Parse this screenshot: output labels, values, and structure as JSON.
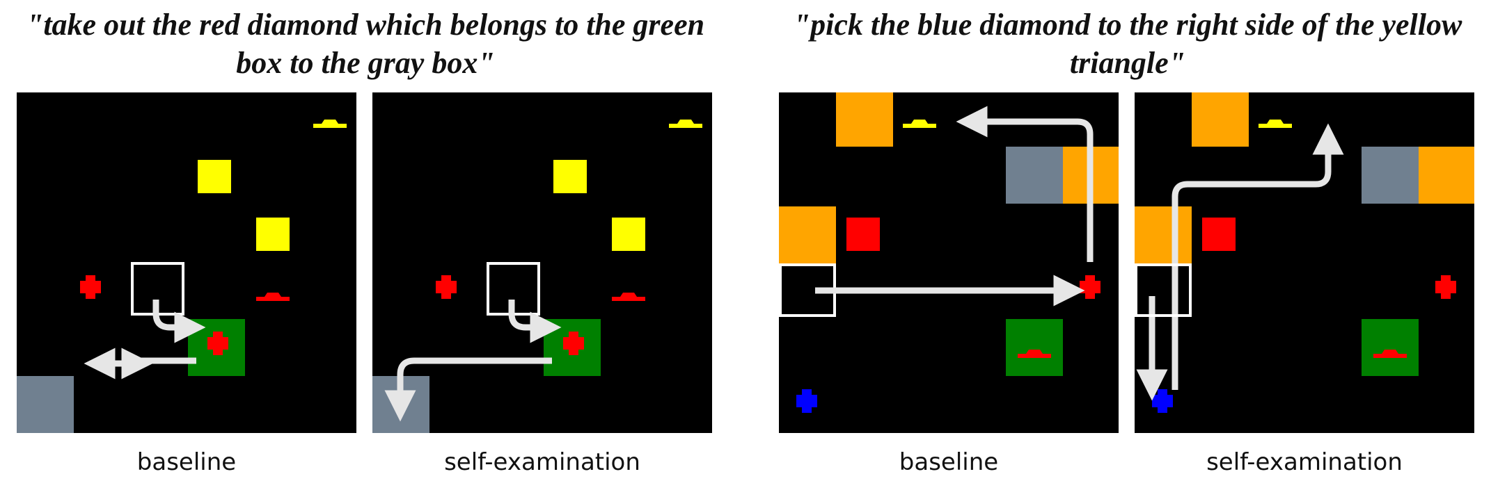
{
  "captions": {
    "left": "\"take out the red diamond which belongs to the green box to the gray box\"",
    "right": "\"pick the blue diamond to the right side of the yellow triangle\""
  },
  "labels": {
    "panel1": "baseline",
    "panel2": "self-examination",
    "panel3": "baseline",
    "panel4": "self-examination"
  },
  "colors": {
    "background": "#000000",
    "yellow": "#ffff00",
    "red": "#ff0000",
    "green": "#008000",
    "gray": "#708090",
    "orange": "#ffa500",
    "blue": "#0000ff",
    "arrow": "#e6e6e6",
    "cursor_box": "#ffffff"
  }
}
